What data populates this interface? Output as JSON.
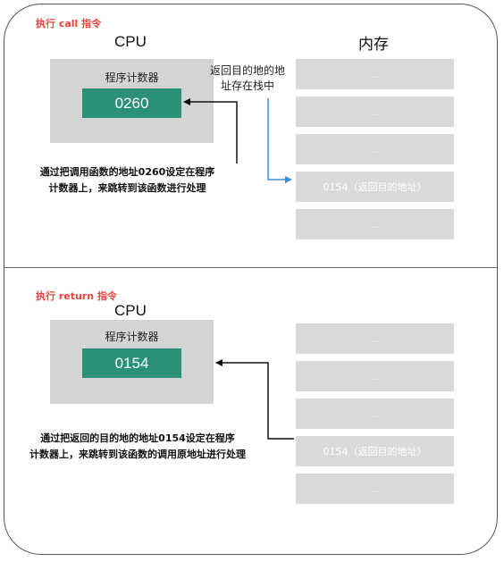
{
  "call_section": {
    "title": "执行 call 指令",
    "cpu_heading": "CPU",
    "memory_heading": "内存",
    "pc_label": "程序计数器",
    "pc_value": "0260",
    "stack_note_line1": "返回目的地的地",
    "stack_note_line2": "址存在栈中",
    "caption_line1": "通过把调用函数的地址0260设定在程序",
    "caption_line2": "计数器上，来跳转到该函数进行处理",
    "memory_cells": [
      "..",
      "..",
      "..",
      "0154（返回目的地址）",
      ".."
    ]
  },
  "return_section": {
    "title": "执行 return 指令",
    "cpu_heading": "CPU",
    "pc_label": "程序计数器",
    "pc_value": "0154",
    "caption_line1": "通过把返回的目的地的地址0154设定在程序",
    "caption_line2": "计数器上，来跳转到该函数的调用原地址进行处理",
    "memory_cells": [
      "..",
      "..",
      "..",
      "0154（返回目的地址）",
      ".."
    ]
  },
  "colors": {
    "title_red": "#e8453c",
    "pc_green": "#2a9077",
    "arrow_blue": "#3b8fe0",
    "box_gray": "#d4d4d4"
  }
}
